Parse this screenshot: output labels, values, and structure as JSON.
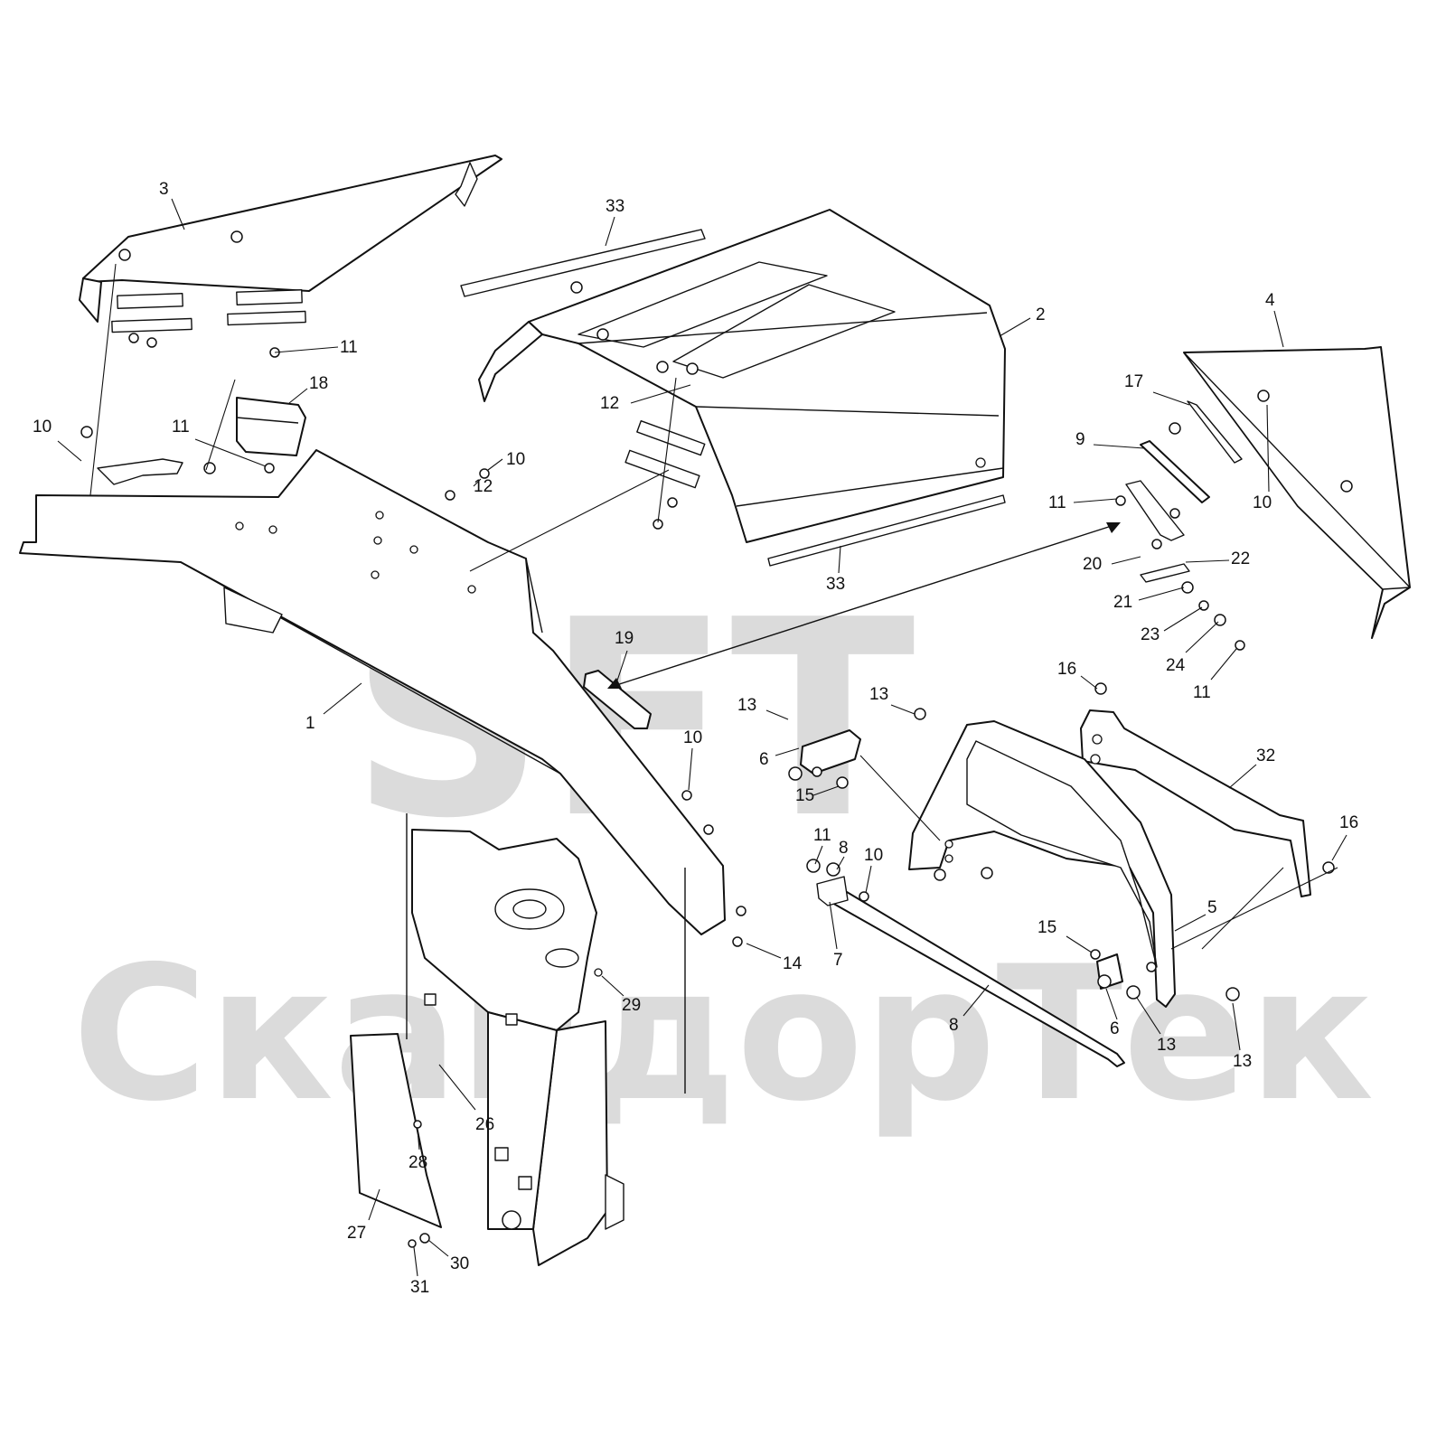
{
  "watermark": {
    "logo_text": "SFT",
    "company_text": "СкандорТек",
    "color": "#cfcfcf"
  },
  "callouts": [
    {
      "label": "1"
    },
    {
      "label": "2"
    },
    {
      "label": "3"
    },
    {
      "label": "4"
    },
    {
      "label": "5"
    },
    {
      "label": "6"
    },
    {
      "label": "6"
    },
    {
      "label": "7"
    },
    {
      "label": "8"
    },
    {
      "label": "8"
    },
    {
      "label": "9"
    },
    {
      "label": "10"
    },
    {
      "label": "10"
    },
    {
      "label": "10"
    },
    {
      "label": "10"
    },
    {
      "label": "10"
    },
    {
      "label": "11"
    },
    {
      "label": "11"
    },
    {
      "label": "11"
    },
    {
      "label": "11"
    },
    {
      "label": "11"
    },
    {
      "label": "12"
    },
    {
      "label": "12"
    },
    {
      "label": "13"
    },
    {
      "label": "13"
    },
    {
      "label": "13"
    },
    {
      "label": "13"
    },
    {
      "label": "14"
    },
    {
      "label": "15"
    },
    {
      "label": "15"
    },
    {
      "label": "16"
    },
    {
      "label": "16"
    },
    {
      "label": "17"
    },
    {
      "label": "18"
    },
    {
      "label": "19"
    },
    {
      "label": "20"
    },
    {
      "label": "21"
    },
    {
      "label": "22"
    },
    {
      "label": "23"
    },
    {
      "label": "24"
    },
    {
      "label": "26"
    },
    {
      "label": "27"
    },
    {
      "label": "28"
    },
    {
      "label": "29"
    },
    {
      "label": "30"
    },
    {
      "label": "31"
    },
    {
      "label": "32"
    },
    {
      "label": "33"
    },
    {
      "label": "33"
    }
  ]
}
